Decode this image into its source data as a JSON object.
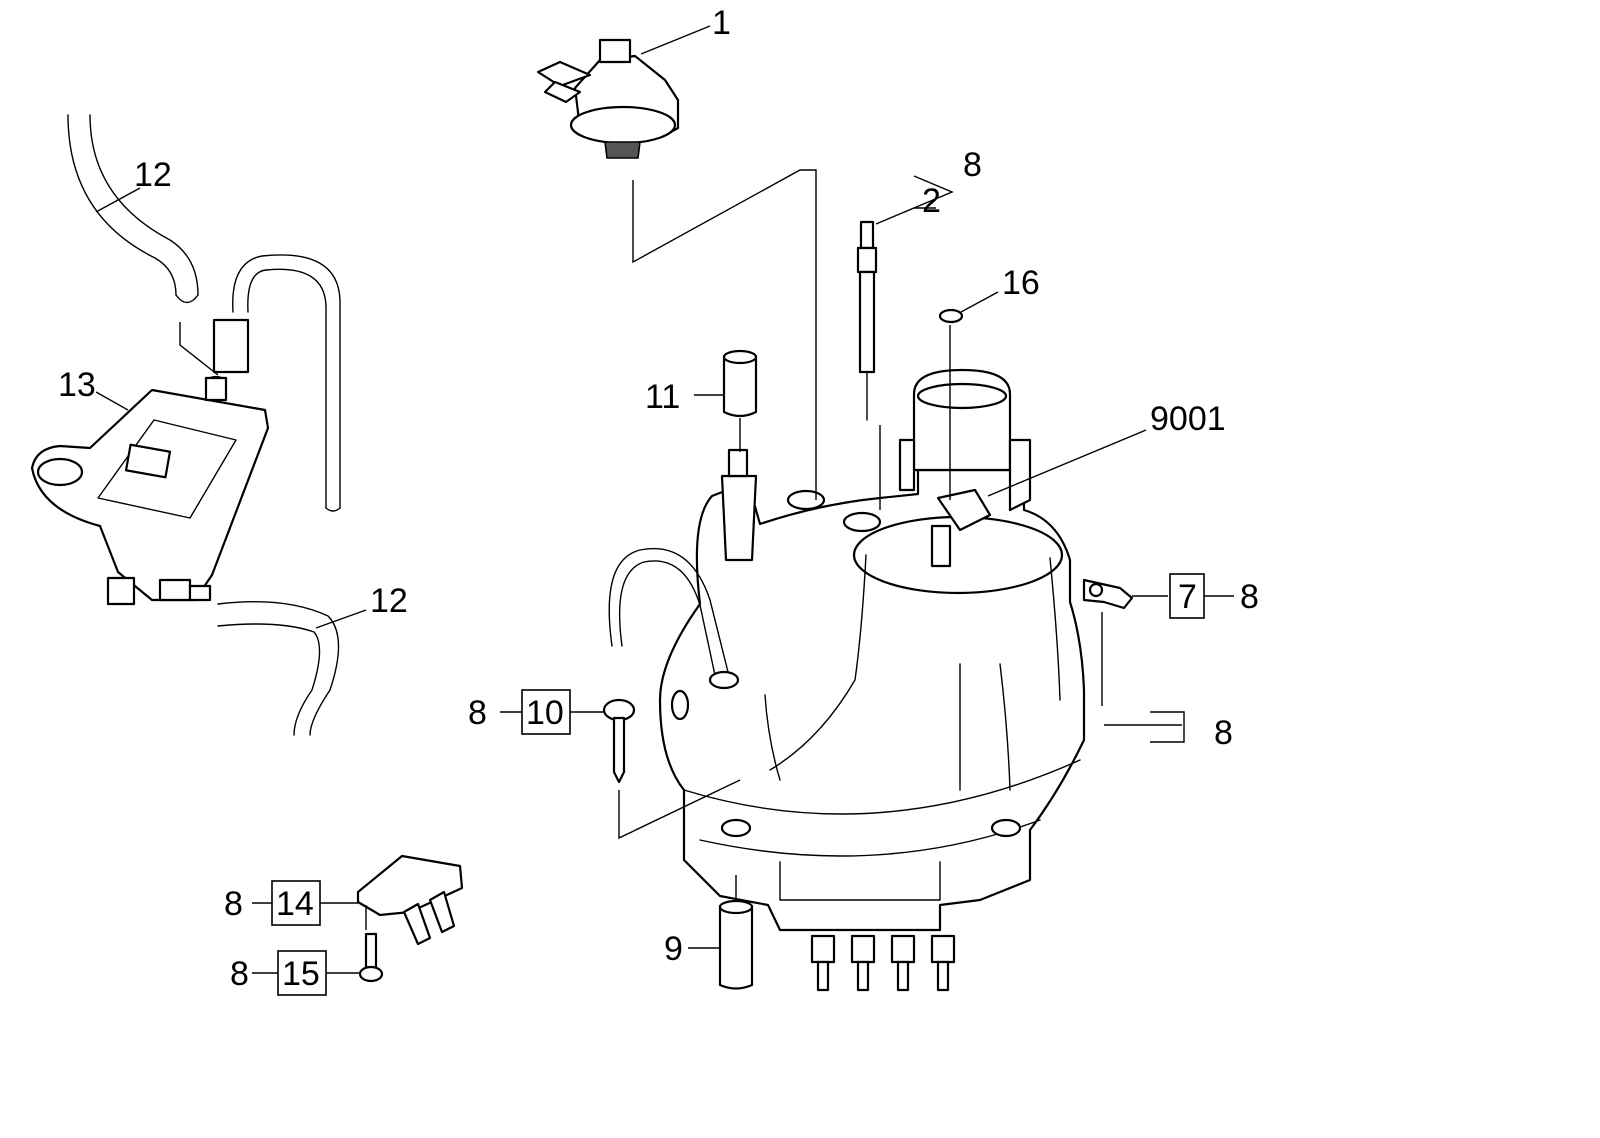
{
  "callouts": {
    "c1": "1",
    "c2": "2",
    "c2_ref": "8",
    "c16": "16",
    "c9001": "9001",
    "c11": "11",
    "c12_top": "12",
    "c12_bottom": "12",
    "c13": "13",
    "c7": "7",
    "c7_ref": "8",
    "c8_right": "8",
    "c10": "10",
    "c10_ref": "8",
    "c9": "9",
    "c14": "14",
    "c14_ref": "8",
    "c15": "15",
    "c15_ref": "8"
  }
}
